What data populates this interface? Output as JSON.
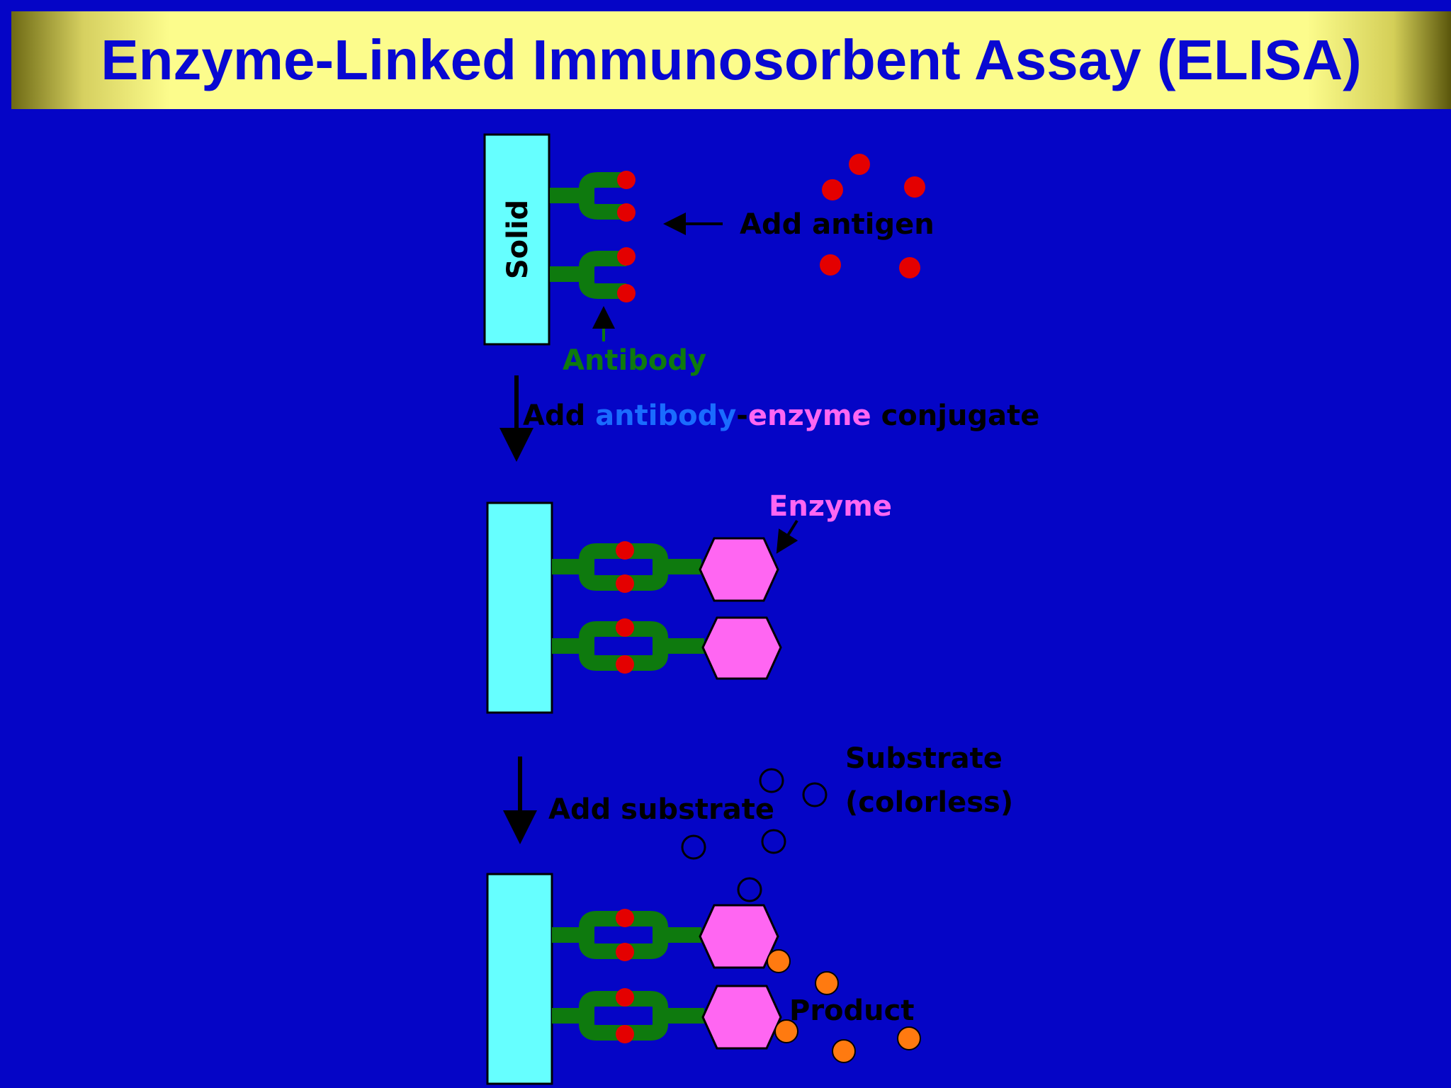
{
  "title": "Enzyme-Linked Immunosorbent Assay (ELISA)",
  "colors": {
    "background": "#0505c6",
    "title_text": "#0808d2",
    "solid_surface": "#66ffff",
    "antibody": "#0e7a0e",
    "antigen": "#e40000",
    "enzyme": "#ff66f2",
    "product": "#ff7a10",
    "conjugate_antibody_text": "#1a6cff"
  },
  "labels": {
    "solid": "Solid",
    "add_antigen": "Add antigen",
    "antibody": "Antibody",
    "step2_prefix": "Add ",
    "step2_antibody": "antibody",
    "step2_dash": "-",
    "step2_enzyme": "enzyme",
    "step2_suffix": " conjugate",
    "enzyme": "Enzyme",
    "add_substrate": "Add substrate",
    "substrate_line1": "Substrate",
    "substrate_line2": "(colorless)",
    "product": "Product"
  },
  "icons": {
    "solid_surface": "rectangle-slab",
    "antibody": "y-shaped-antibody",
    "antigen": "red-dot",
    "enzyme": "pink-hexagon",
    "substrate": "hollow-circle",
    "product": "orange-dot",
    "step_arrow": "down-arrow"
  }
}
